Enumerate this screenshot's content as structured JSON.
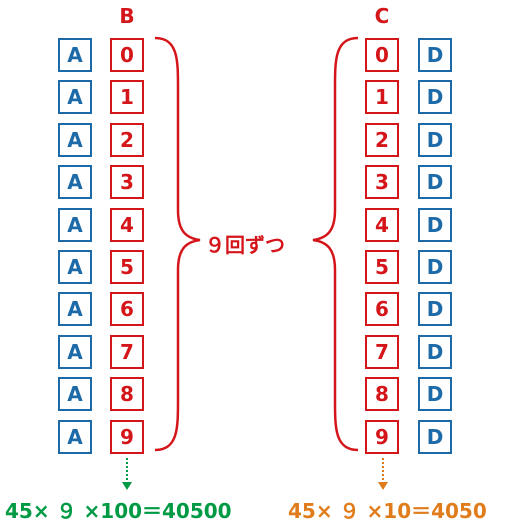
{
  "headers": {
    "b": "B",
    "c": "C"
  },
  "column_a": [
    "A",
    "A",
    "A",
    "A",
    "A",
    "A",
    "A",
    "A",
    "A",
    "A"
  ],
  "column_b": [
    "0",
    "1",
    "2",
    "3",
    "4",
    "5",
    "6",
    "7",
    "8",
    "9"
  ],
  "column_c": [
    "0",
    "1",
    "2",
    "3",
    "4",
    "5",
    "6",
    "7",
    "8",
    "9"
  ],
  "column_d": [
    "D",
    "D",
    "D",
    "D",
    "D",
    "D",
    "D",
    "D",
    "D",
    "D"
  ],
  "middle_label": "９回ずつ",
  "formula_left": "45× ９ ×100＝40500",
  "formula_right": "45× ９ ×10＝4050",
  "colors": {
    "blue": "#1d6aa8",
    "red": "#d4161b",
    "green": "#009944",
    "orange": "#e07c1b"
  }
}
